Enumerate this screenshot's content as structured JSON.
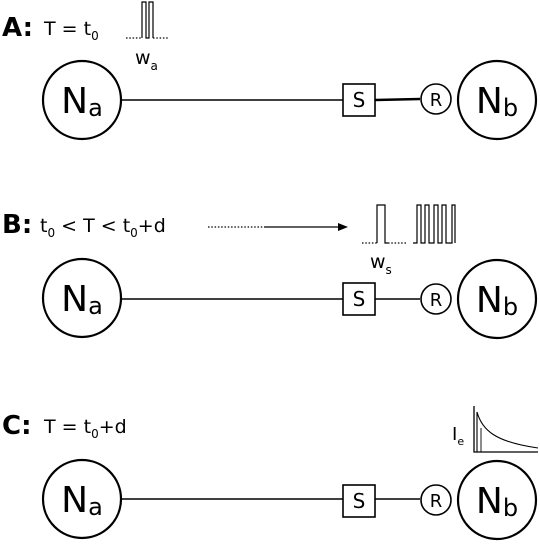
{
  "panels": [
    {
      "id": "A",
      "letter": "A:",
      "time_main": "T = t",
      "time_sub": "0",
      "pulse_label_main": "w",
      "pulse_label_sub": "a",
      "neuron_left_main": "N",
      "neuron_left_sub": "a",
      "neuron_right_main": "N",
      "neuron_right_sub": "b",
      "synapse_label": "S",
      "receptor_label": "R"
    },
    {
      "id": "B",
      "letter": "B:",
      "time_parts": [
        "t",
        "0",
        " < T < t",
        "0",
        "+d"
      ],
      "pulse_label_main": "w",
      "pulse_label_sub": "s",
      "neuron_left_main": "N",
      "neuron_left_sub": "a",
      "neuron_right_main": "N",
      "neuron_right_sub": "b",
      "synapse_label": "S",
      "receptor_label": "R"
    },
    {
      "id": "C",
      "letter": "C:",
      "time_parts": [
        "T = t",
        "0",
        "+d"
      ],
      "current_label_main": "I",
      "current_label_sub": "e",
      "neuron_left_main": "N",
      "neuron_left_sub": "a",
      "neuron_right_main": "N",
      "neuron_right_sub": "b",
      "synapse_label": "S",
      "receptor_label": "R"
    }
  ]
}
